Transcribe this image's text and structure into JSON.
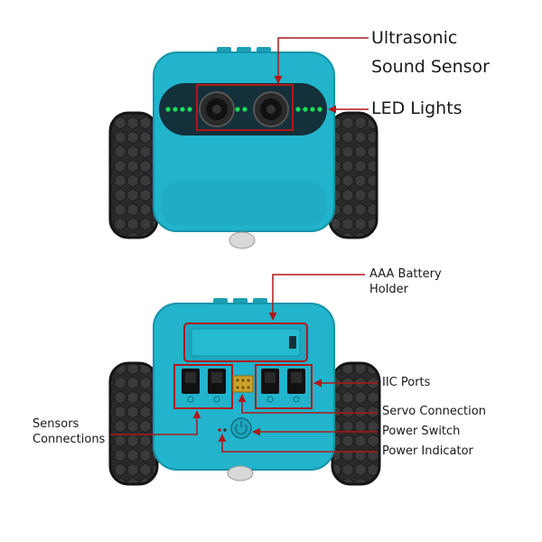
{
  "colors": {
    "body_teal": "#21b4cc",
    "body_teal_dark": "#1793a8",
    "wheel": "#2b2b2b",
    "sensor_bar": "#14303a",
    "led_green": "#18e05a",
    "callout_red": "#b01818",
    "port_black": "#111111",
    "gold_pins": "#c9a227"
  },
  "labels": {
    "ultrasonic_line1": "Ultrasonic",
    "ultrasonic_line2": "Sound Sensor",
    "led_lights": "LED Lights",
    "battery_line1": "AAA Battery",
    "battery_line2": "Holder",
    "iic_ports": "IIC Ports",
    "servo_connection": "Servo Connection",
    "power_switch": "Power Switch",
    "power_indicator": "Power Indicator",
    "sensors_line1": "Sensors",
    "sensors_line2": "Connections"
  }
}
